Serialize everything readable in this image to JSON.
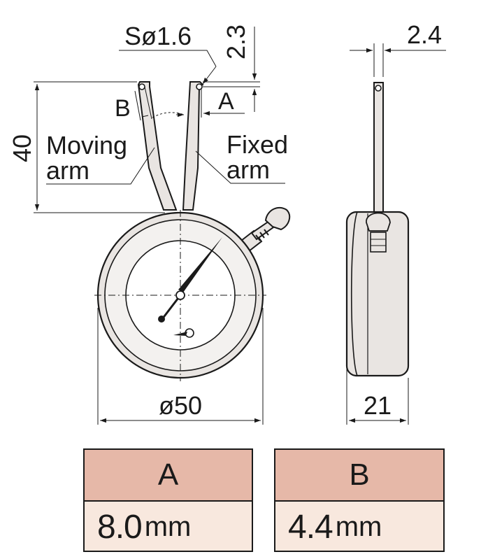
{
  "labels": {
    "sphere_dia": "Sø1.6",
    "tip_offset": "2.3",
    "arm_width": "2.4",
    "dim_b": "B",
    "dim_a": "A",
    "height": "40",
    "moving_arm_line1": "Moving",
    "moving_arm_line2": "arm",
    "fixed_arm_line1": "Fixed",
    "fixed_arm_line2": "arm",
    "body_dia": "ø50",
    "depth": "21"
  },
  "table": {
    "a": {
      "header": "A",
      "value": "8.0",
      "unit": "mm"
    },
    "b": {
      "header": "B",
      "value": "4.4",
      "unit": "mm"
    }
  },
  "colors": {
    "header_fill": "#e6b8a8",
    "value_fill": "#f8e8de",
    "body_fill": "#e9e5e2",
    "line": "#1a1a1a"
  }
}
